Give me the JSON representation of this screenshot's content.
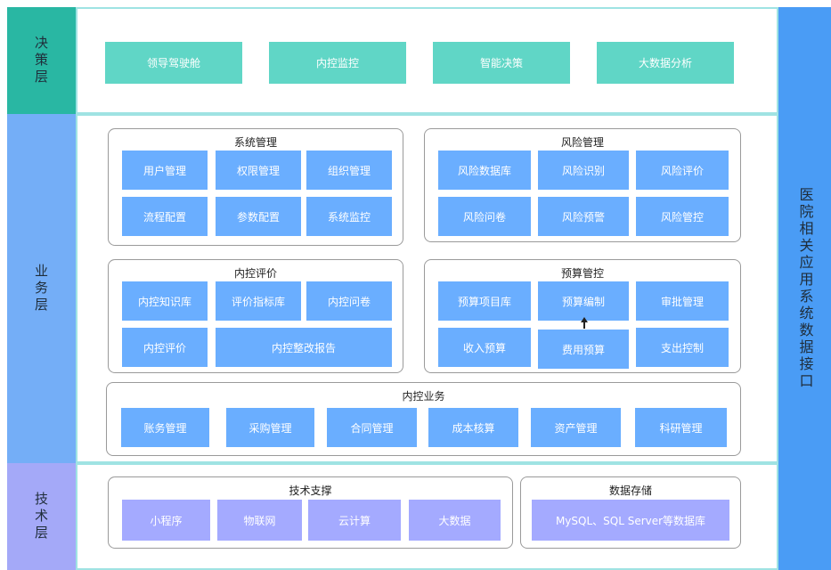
{
  "layers": {
    "decision": "决策层",
    "business": "业务层",
    "tech": "技术层",
    "interface": "医院相关应用系统数据接口"
  },
  "decision_items": [
    "领导驾驶舱",
    "内控监控",
    "智能决策",
    "大数据分析"
  ],
  "system_mgmt": {
    "title": "系统管理",
    "items": [
      "用户管理",
      "权限管理",
      "组织管理",
      "流程配置",
      "参数配置",
      "系统监控"
    ]
  },
  "risk_mgmt": {
    "title": "风险管理",
    "items": [
      "风险数据库",
      "风险识别",
      "风险评价",
      "风险问卷",
      "风险预警",
      "风险管控"
    ]
  },
  "ic_eval": {
    "title": "内控评价",
    "items": [
      "内控知识库",
      "评价指标库",
      "内控问卷",
      "内控评价",
      "内控整改报告"
    ]
  },
  "budget": {
    "title": "预算管控",
    "items": [
      "预算项目库",
      "预算编制",
      "审批管理",
      "收入预算",
      "费用预算",
      "支出控制"
    ]
  },
  "ic_business": {
    "title": "内控业务",
    "items": [
      "账务管理",
      "采购管理",
      "合同管理",
      "成本核算",
      "资产管理",
      "科研管理"
    ]
  },
  "tech_support": {
    "title": "技术支撑",
    "items": [
      "小程序",
      "物联网",
      "云计算",
      "大数据"
    ]
  },
  "data_storage": {
    "title": "数据存储",
    "items": [
      "MySQL、SQL Server等数据库"
    ]
  },
  "colors": {
    "decision_bg": "#29b7a3",
    "business_bg": "#74aef7",
    "tech_bg": "#a4a9f8",
    "interface_bg": "#4a9cf5",
    "teal_box": "#60d6c6",
    "blue_box": "#6aaeff",
    "lavender_box": "#a4aaff"
  }
}
